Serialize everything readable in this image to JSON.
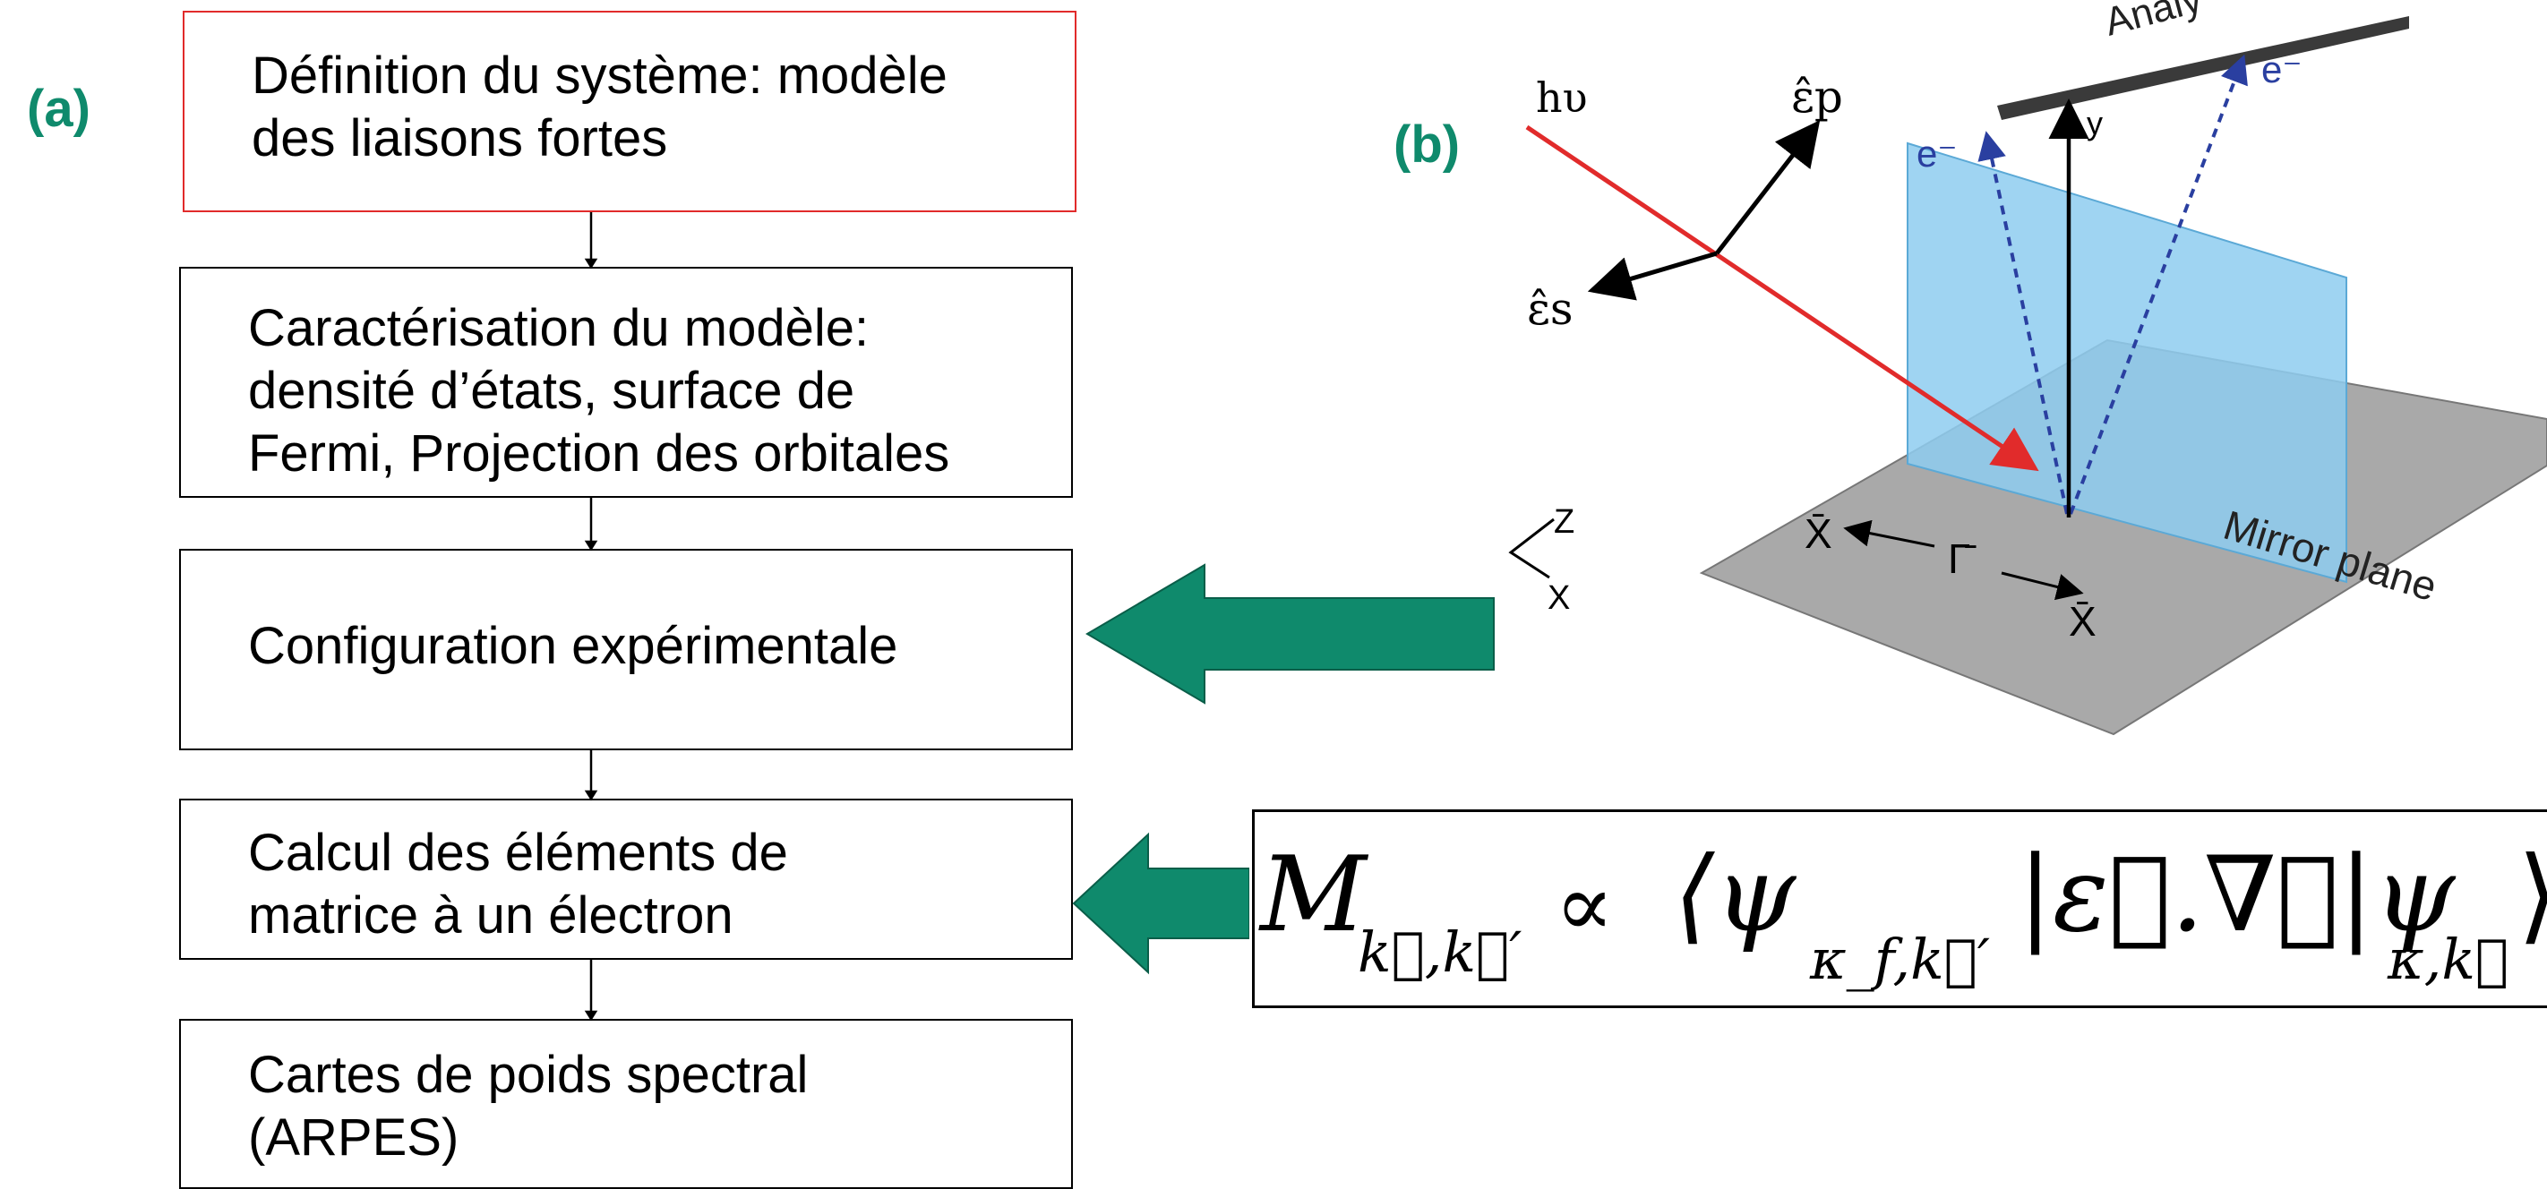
{
  "panel_a": {
    "label": "(a)",
    "steps": [
      "Définition  du système: modèle\ndes liaisons fortes",
      "Caractérisation du modèle:\ndensité d’états, surface de\nFermi, Projection des orbitales",
      "Configuration expérimentale",
      "Calcul des éléments de\nmatrice à un électron",
      "Cartes de poids spectral\n(ARPES)"
    ]
  },
  "panel_b": {
    "label": "(b)",
    "photon": "hυ",
    "eps_p": "ε̂p",
    "eps_s": "ε̂s",
    "electron_left": "e⁻",
    "electron_right": "e⁻",
    "analyzer": "Analy",
    "axis_y": "y",
    "axis_z": "Z",
    "axis_x": "X",
    "x_left": "X̄",
    "gamma": "Γ̄",
    "x_right": "X̄",
    "mirror_plane": "Mirror plane"
  },
  "formula": {
    "M": "M",
    "M_sub": "k⃗,k⃗′",
    "propto": "∝",
    "bra": "⟨ψ",
    "bra_sub": "κ_f,k⃗′",
    "operator": "|ε⃗.∇⃗|ψ",
    "ket_sub": "κ,k⃗",
    "close": "⟩"
  },
  "colors": {
    "green": "#0f8a6c",
    "red": "#e12b2b",
    "plane_blue": "#8ecdf0",
    "plane_grey": "#a8a8a8"
  }
}
